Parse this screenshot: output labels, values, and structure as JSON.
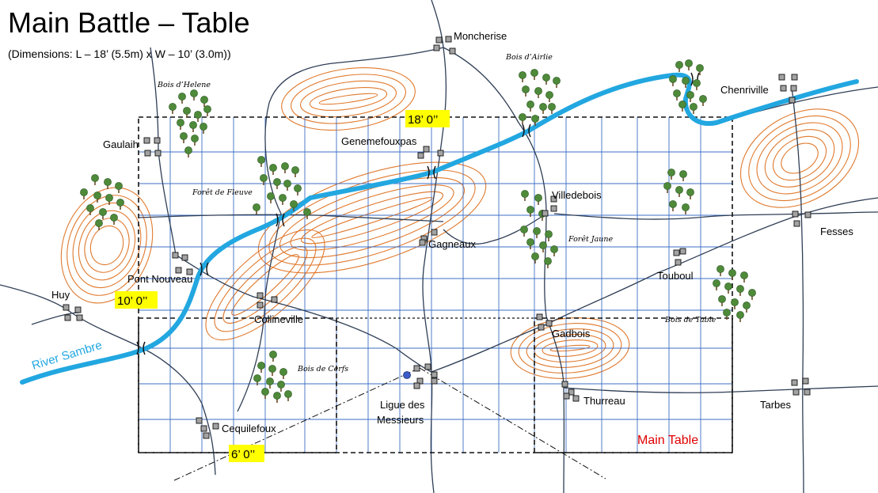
{
  "title": "Main Battle – Table",
  "subtitle": "(Dimensions: L – 18’ (5.5m) x W – 10’ (3.0m))",
  "river_label": "River Sambre",
  "main_table_label": "Main Table",
  "dimensions": {
    "length": "18’ 0’’",
    "width": "10’ 0’’",
    "sub": "6’ 0’’"
  },
  "towns": [
    {
      "name": "Moncherise"
    },
    {
      "name": "Chenriville"
    },
    {
      "name": "Gaulaih"
    },
    {
      "name": "Genemefouxpas"
    },
    {
      "name": "Villedebois"
    },
    {
      "name": "Fesses"
    },
    {
      "name": "Gagneaux"
    },
    {
      "name": "Pont Nouveau"
    },
    {
      "name": "Touboul"
    },
    {
      "name": "Huy"
    },
    {
      "name": "Collineville"
    },
    {
      "name": "Gadbois"
    },
    {
      "name": "Ligue des"
    },
    {
      "name": "Messieurs"
    },
    {
      "name": "Thurreau"
    },
    {
      "name": "Tarbes"
    },
    {
      "name": "Cequilefoux"
    }
  ],
  "woods": [
    {
      "name": "Bois d’Helene"
    },
    {
      "name": "Bois d’Airlie"
    },
    {
      "name": "Forêt de Fleuve"
    },
    {
      "name": "Forêt Jaune"
    },
    {
      "name": "Bois de Table"
    },
    {
      "name": "Bois de Cerfs"
    }
  ],
  "colors": {
    "river": "#22a7e0",
    "grid": "#3d6fc4",
    "contour": "#e07a2e",
    "road": "#2f3e55",
    "tree": "#4e8a3a",
    "highlight": "#ffff00",
    "main_label": "#e00000"
  }
}
